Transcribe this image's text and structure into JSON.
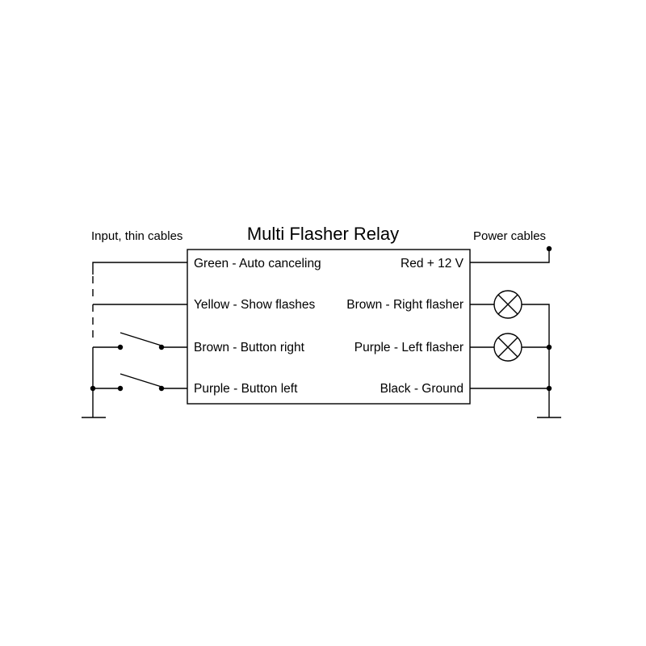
{
  "diagram": {
    "title": "Multi Flasher Relay",
    "left_heading": "Input, thin cables",
    "right_heading": "Power cables",
    "left_pins": [
      "Green - Auto canceling",
      "Yellow - Show flashes",
      "Brown - Button right",
      "Purple - Button left"
    ],
    "right_pins": [
      "Red + 12 V",
      "Brown - Right flasher",
      "Purple - Left flasher",
      "Black - Ground"
    ],
    "line_color": "#000000",
    "background": "#ffffff"
  }
}
